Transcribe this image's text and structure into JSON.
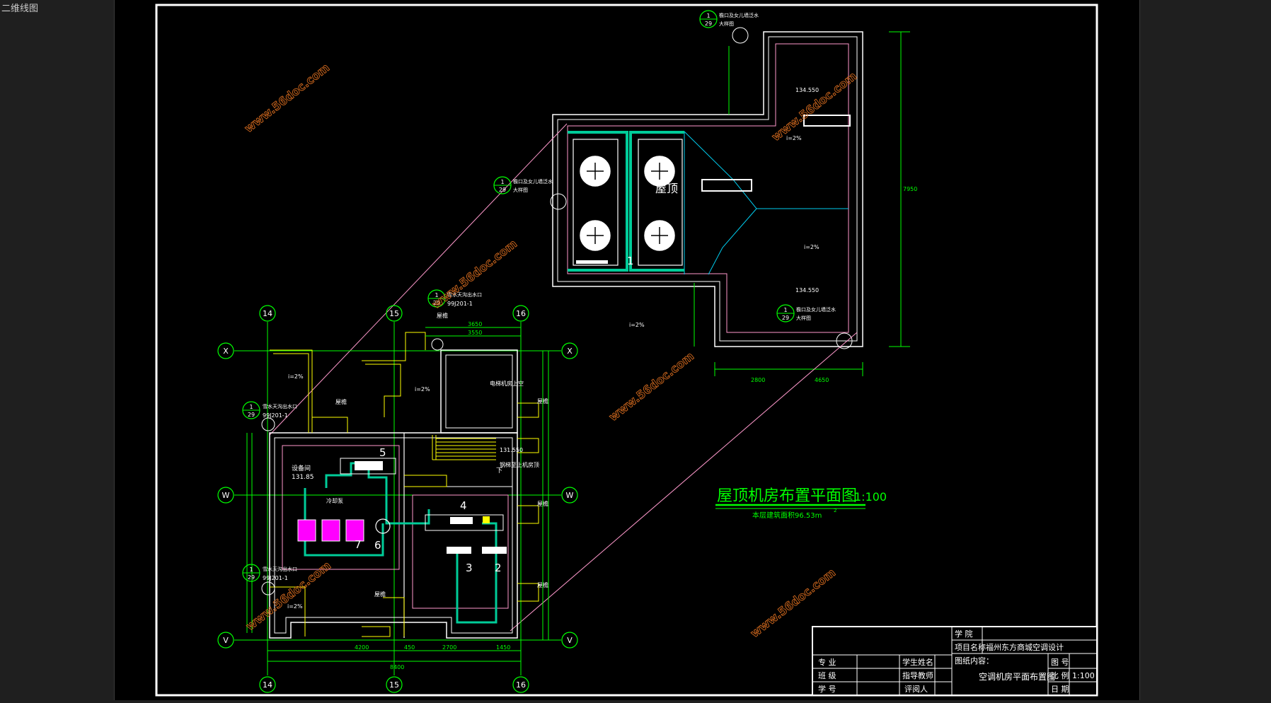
{
  "window": {
    "tab_title": "二维线图"
  },
  "drawing": {
    "title": "屋顶机房布置平面图",
    "title_scale": "1:100",
    "subtitle": "本层建筑面积96.53m",
    "subtitle_sup": "2",
    "room_label_roof": "屋顶",
    "room_label_elevator": "电梯机房上空",
    "room_label_equipment": "设备间",
    "room_equipment_elev": "131.85",
    "label_water_pump": "冷却泵",
    "label_stair_note": "钢梯至上机房顶",
    "label_down": "下",
    "elev_top_1": "134.550",
    "elev_top_2": "134.550",
    "elev_stair": "131.550",
    "slope_1": "i=2%",
    "slope_2": "i=2%",
    "slope_3": "i=2%",
    "slope_4": "i=2%",
    "slope_5": "i=2%",
    "slope_6": "i=2%",
    "ref_1": {
      "num": "1",
      "sheet": "29",
      "text1": "檐口及女儿墙泛水",
      "text2": "大样图"
    },
    "ref_2": {
      "num": "1",
      "sheet": "29",
      "text1": "檐口及女儿墙泛水",
      "text2": "大样图"
    },
    "ref_3": {
      "num": "1",
      "sheet": "29",
      "text1": "檐口及女儿墙泛水",
      "text2": "大样图"
    },
    "ref_4": {
      "num": "1",
      "sheet": "29",
      "text1": "雪水天沟出水口",
      "text2": "99J201-1"
    },
    "ref_5": {
      "num": "1",
      "sheet": "29",
      "text1": "雪水天沟出水口",
      "text2": "99J201-1"
    },
    "ref_6": {
      "num": "1",
      "sheet": "29",
      "text1": "雪水天沟出水口",
      "text2": "99J201-1"
    },
    "equip_1": "1",
    "equip_2": "2",
    "equip_3": "3",
    "equip_4": "4",
    "equip_5": "5",
    "equip_6": "6",
    "equip_7": "7",
    "axis_14": "14",
    "axis_15": "15",
    "axis_16": "16",
    "axis_x": "X",
    "axis_w": "W",
    "axis_v": "V",
    "dim_bottom_1": "4200",
    "dim_bottom_2": "450",
    "dim_bottom_3": "2700",
    "dim_bottom_4": "1450",
    "dim_bottom_total": "8400",
    "dim_top_1": "3650",
    "dim_top_2": "3550",
    "dim_right_total": "7950",
    "dim_roof_bottom_1": "2800",
    "dim_roof_bottom_2": "4650",
    "watermark": "www.56doc.com",
    "eave_label": "屋檐"
  },
  "title_block": {
    "school_label": "学  院",
    "project_label": "项目名称",
    "project_value": "福州东方商城空调设计",
    "content_label": "图纸内容：",
    "content_value": "空调机房平面布置图",
    "major_label": "专  业",
    "class_label": "班  级",
    "student_id_label": "学  号",
    "student_name_label": "学生姓名",
    "advisor_label": "指导教师",
    "reviewer_label": "评阅人",
    "sheet_no_label": "图  号",
    "scale_label": "比  例",
    "scale_value": "1:100",
    "date_label": "日  期"
  },
  "colors": {
    "green": "#00ff00",
    "cyan": "#00ffff",
    "yellow": "#ffff00",
    "white": "#ffffff",
    "pink": "#ff99cc",
    "teal": "#00cc99",
    "magenta": "#ff00ff",
    "watermark": "#d2691e"
  }
}
